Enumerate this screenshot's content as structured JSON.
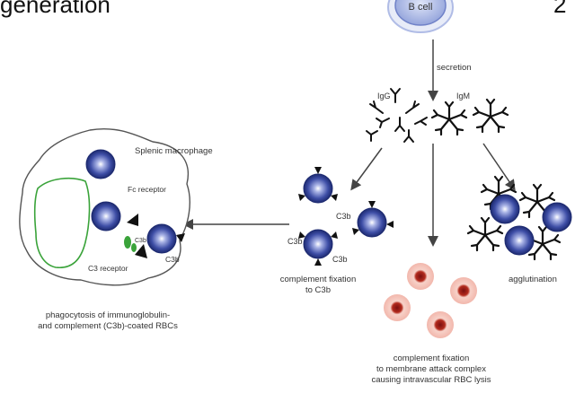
{
  "header": {
    "title_fragment": "generation",
    "page_fragment": "2"
  },
  "diagram": {
    "b_cell": "B cell",
    "secretion": "secretion",
    "igg": "IgG",
    "igm": "IgM",
    "splenic_macrophage": "Splenic macrophage",
    "fc_receptor": "Fc  receptor",
    "c3_receptor": "C3 receptor",
    "c3b_macrophage": "C3b",
    "c3b_top": "C3b",
    "c3b_left": "C3b",
    "c3b_bottom": "C3b",
    "c3b_mini": "C3b",
    "complement_fixation_c3b_line1": "complement fixation",
    "complement_fixation_c3b_line2": "to C3b",
    "agglutination": "agglutination",
    "phagocytosis_line1": "phagocytosis of immunoglobulin-",
    "phagocytosis_line2": "and complement (C3b)-coated RBCs",
    "mac_line1": "complement fixation",
    "mac_line2": "to membrane attack complex",
    "mac_line3": "causing intravascular RBC lysis"
  },
  "colors": {
    "rbc_blue": "#3e4ea6",
    "b_cell_fill": "#b9c4ea",
    "macrophage_vacuole": "#3aa33a",
    "lysis_red": "#c0392b",
    "lysis_halo": "#f4c4bc"
  }
}
